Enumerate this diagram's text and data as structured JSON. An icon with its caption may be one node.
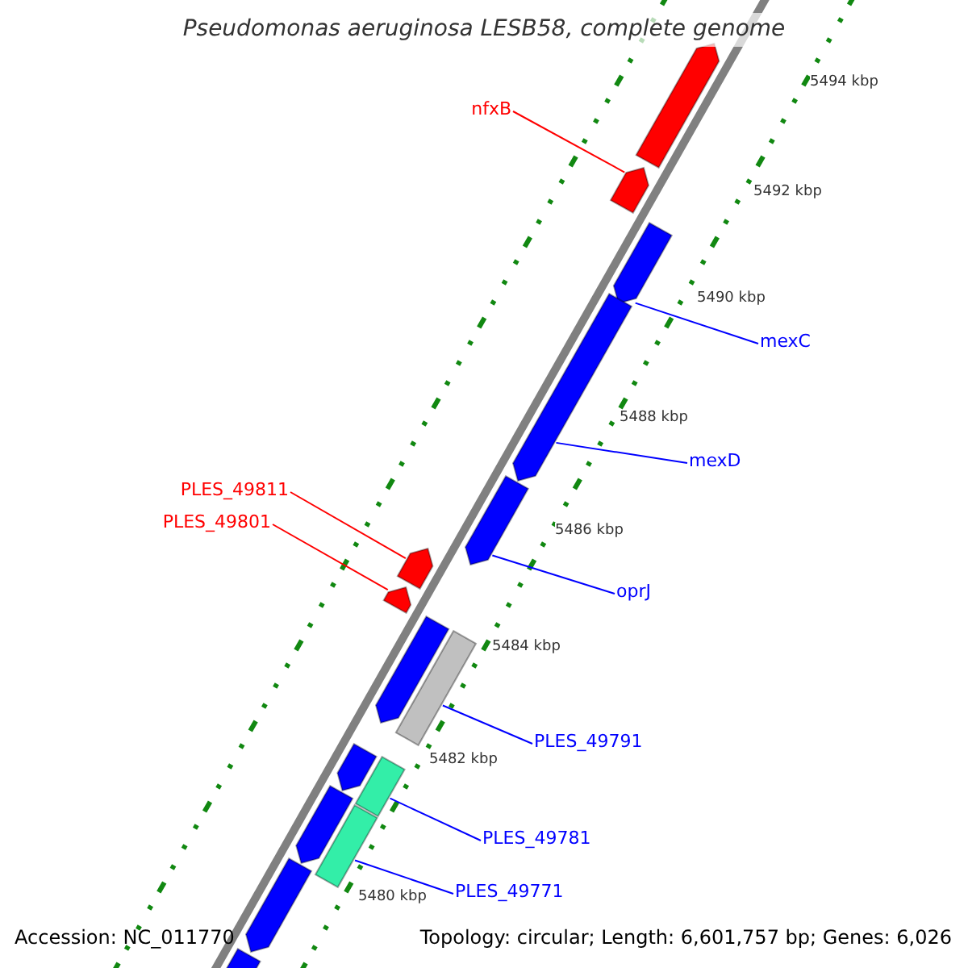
{
  "diagram": {
    "title": "Pseudomonas aeruginosa LESB58, complete genome",
    "nodes": [
      {
        "text": [
          "nfxB"
        ]
      },
      {
        "text": [
          "mexC"
        ]
      },
      {
        "text": [
          "mexD"
        ]
      },
      {
        "text": [
          "oprJ"
        ]
      },
      {
        "text": [
          "PLES_49811"
        ]
      },
      {
        "text": [
          "PLES_49801"
        ]
      },
      {
        "text": [
          "PLES_49791"
        ]
      },
      {
        "text": [
          "PLES_49781"
        ]
      },
      {
        "text": [
          "PLES_49771"
        ]
      },
      {
        "text": [],
        "shape": "arrow"
      },
      {
        "text": [],
        "shape": "arrow"
      },
      {
        "text": [],
        "shape": "arrow"
      },
      {
        "text": [],
        "shape": "arrow"
      },
      {
        "text": [],
        "shape": "arrow"
      },
      {
        "text": [],
        "shape": "arrow"
      },
      {
        "text": [],
        "shape": "arrow"
      },
      {
        "text": [],
        "shape": "arrow"
      },
      {
        "text": [],
        "shape": "bar"
      },
      {
        "text": [],
        "shape": "arrow"
      },
      {
        "text": [],
        "shape": "bar"
      },
      {
        "text": [],
        "shape": "bar"
      },
      {
        "text": [],
        "shape": "arrow"
      },
      {
        "text": [],
        "shape": "arrow"
      },
      {
        "text": [],
        "shape": "arrow"
      }
    ],
    "edges": [
      {
        "from": 0,
        "to": 10,
        "arrow": "none",
        "color": "#ff0000"
      },
      {
        "from": 1,
        "to": 11,
        "arrow": "none"
      },
      {
        "from": 2,
        "to": 12,
        "arrow": "none"
      },
      {
        "from": 3,
        "to": 13,
        "arrow": "none"
      },
      {
        "from": 4,
        "to": 14,
        "arrow": "none",
        "color": "#ff0000"
      },
      {
        "from": 5,
        "to": 15,
        "arrow": "none",
        "color": "#ff0000"
      },
      {
        "from": 6,
        "to": 17,
        "arrow": "none"
      },
      {
        "from": 7,
        "to": 19,
        "arrow": "none"
      },
      {
        "from": 8,
        "to": 20,
        "arrow": "none"
      }
    ],
    "labels": [
      "5494 kbp",
      "5492 kbp",
      "5490 kbp",
      "5488 kbp",
      "5486 kbp",
      "5484 kbp",
      "5482 kbp",
      "5480 kbp",
      "Accession: NC_011770",
      "Topology: circular; Length: 6,601,757 bp; Genes: 6,026"
    ]
  }
}
